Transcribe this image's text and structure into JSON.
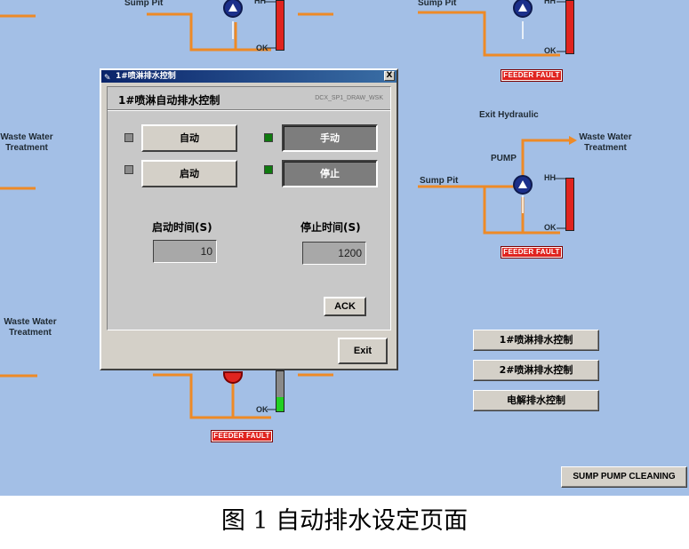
{
  "screen": {
    "labels": {
      "sump_pit_1": "Sump Pit",
      "sump_pit_2": "Sump Pit",
      "sump_pit_3": "Sump Pit",
      "waste_water_left_1": "Waste Water\nTreatment",
      "waste_water_left_2": "Waste Water\nTreatment",
      "waste_water_right": "Waste Water\nTreatment",
      "exit_hydraulic": "Exit Hydraulic",
      "pump": "PUMP",
      "hh_1": "HH",
      "hh_2": "HH",
      "hh_3": "HH",
      "ok_1": "OK",
      "ok_2": "OK",
      "ok_3": "OK",
      "ok_4": "OK"
    },
    "faults": {
      "feeder_fault_1": "FEEDER FAULT",
      "feeder_fault_2": "FEEDER FAULT",
      "feeder_fault_3": "FEEDER FAULT"
    },
    "levels": {
      "tank_1": 1.0,
      "tank_2": 1.0,
      "tank_3": 1.0,
      "tank_4": 0.35
    },
    "colors": {
      "background": "#a3bfe6",
      "pipe": "#ee8a26",
      "fault": "#e0241f",
      "level_high": "#e0241f",
      "level_ok": "#22d022",
      "indicator_on": "#0f7a0f"
    },
    "control_buttons": {
      "spray1": "1#喷淋排水控制",
      "spray2": "2#喷淋排水控制",
      "electrolysis": "电解排水控制",
      "sump_cleaning": "SUMP PUMP CLEANING"
    }
  },
  "dialog": {
    "title": "1#喷淋排水控制",
    "close": "X",
    "panel_title": "1#喷淋自动排水控制",
    "panel_id": "DCX_SP1_DRAW_WSK",
    "auto_label": "自动",
    "manual_label": "手动",
    "start_label": "启动",
    "stop_label": "停止",
    "start_time_label": "启动时间(S)",
    "stop_time_label": "停止时间(S)",
    "start_time_value": "10",
    "stop_time_value": "1200",
    "ack_label": "ACK",
    "exit_label": "Exit"
  },
  "caption": "图 1 自动排水设定页面"
}
